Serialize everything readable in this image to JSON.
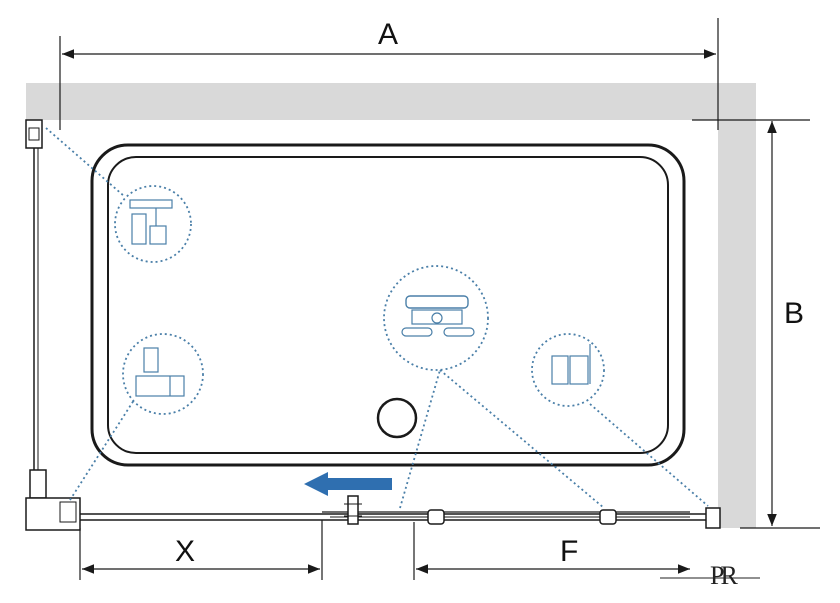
{
  "dimensions": {
    "a": "A",
    "b": "B",
    "x": "X",
    "f": "F"
  },
  "logo": {
    "text": "PR"
  },
  "colors": {
    "wall": "#d9d9d9",
    "line": "#1a1a1a",
    "detail_callout": "#4a7fa8",
    "arrow": "#2f6fb0"
  },
  "icons": {
    "open_direction": "arrow-left-icon",
    "details": [
      "hinge-detail-icon",
      "wall-profile-detail-icon",
      "roller-detail-icon",
      "corner-detail-icon"
    ]
  }
}
